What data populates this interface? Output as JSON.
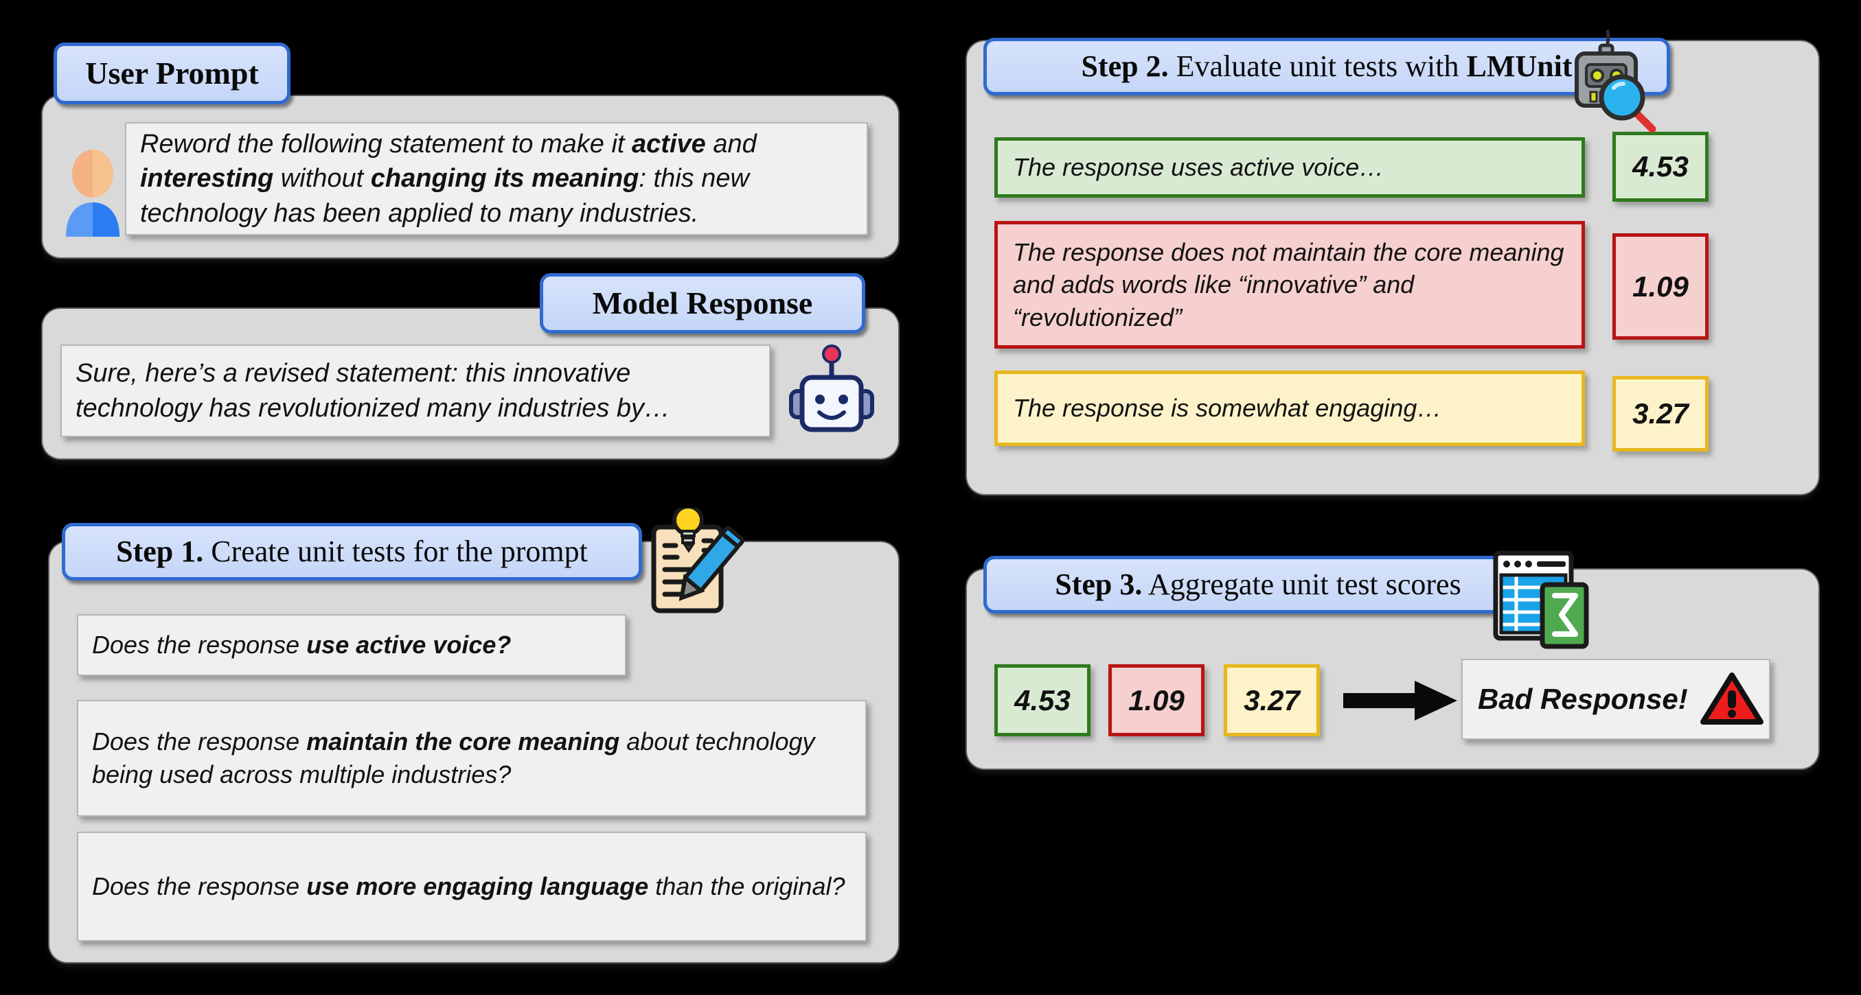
{
  "colors": {
    "background": "#000000",
    "panel": "#d9d9d9",
    "badge_fill": "#ccdbf7",
    "badge_border": "#2f6ad0",
    "card_fill": "#f0f0f0",
    "green_fill": "#d9ead3",
    "green_border": "#2f7a1f",
    "red_fill": "#f6cfcf",
    "red_border": "#b81414",
    "yellow_fill": "#fdf2c9",
    "yellow_border": "#e8b71e",
    "alert_red": "#ee1c1c"
  },
  "user_prompt": {
    "badge_label": "User Prompt",
    "avatar_icon": "user-person-icon",
    "text_parts": [
      {
        "text": "Reword the following statement to make it ",
        "bold": false
      },
      {
        "text": "active",
        "bold": true
      },
      {
        "text": " and ",
        "bold": false
      },
      {
        "text": "interesting",
        "bold": true
      },
      {
        "text": " without ",
        "bold": false
      },
      {
        "text": "changing its meaning",
        "bold": true
      },
      {
        "text": ": this new technology has been applied to many industries.",
        "bold": false
      }
    ]
  },
  "model_response": {
    "badge_label": "Model Response",
    "robot_icon": "robot-face-icon",
    "text": "Sure, here’s a revised statement: this innovative technology has revolutionized many industries by…"
  },
  "step1": {
    "badge_prefix": "Step 1.",
    "badge_label": " Create unit tests for the prompt",
    "icon": "memo-pencil-lightbulb-icon",
    "unit_tests": [
      [
        {
          "text": "Does the response ",
          "bold": false
        },
        {
          "text": "use active voice?",
          "bold": true
        }
      ],
      [
        {
          "text": "Does the response ",
          "bold": false
        },
        {
          "text": "maintain the core meaning",
          "bold": true
        },
        {
          "text": " about technology being used across multiple industries?",
          "bold": false
        }
      ],
      [
        {
          "text": "Does the response ",
          "bold": false
        },
        {
          "text": "use more engaging language",
          "bold": true
        },
        {
          "text": " than the original?",
          "bold": false
        }
      ]
    ]
  },
  "step2": {
    "badge_prefix": "Step 2.",
    "badge_label": " Evaluate unit tests with ",
    "badge_suffix": "LMUnit",
    "icon": "robot-magnifier-icon",
    "results": [
      {
        "tone": "green",
        "text": "The response uses active voice…",
        "score": "4.53"
      },
      {
        "tone": "red",
        "text": "The response does not maintain the core meaning and adds words like “innovative” and “revolutionized”",
        "score": "1.09"
      },
      {
        "tone": "yellow",
        "text": "The response is somewhat engaging…",
        "score": "3.27"
      }
    ]
  },
  "step3": {
    "badge_prefix": "Step 3.",
    "badge_label": " Aggregate unit test scores",
    "icon": "spreadsheet-sigma-icon",
    "scores": [
      {
        "tone": "green",
        "value": "4.53"
      },
      {
        "tone": "red",
        "value": "1.09"
      },
      {
        "tone": "yellow",
        "value": "3.27"
      }
    ],
    "arrow_icon": "right-arrow-icon",
    "verdict_text": "Bad Response!",
    "verdict_icon": "warning-triangle-icon"
  }
}
